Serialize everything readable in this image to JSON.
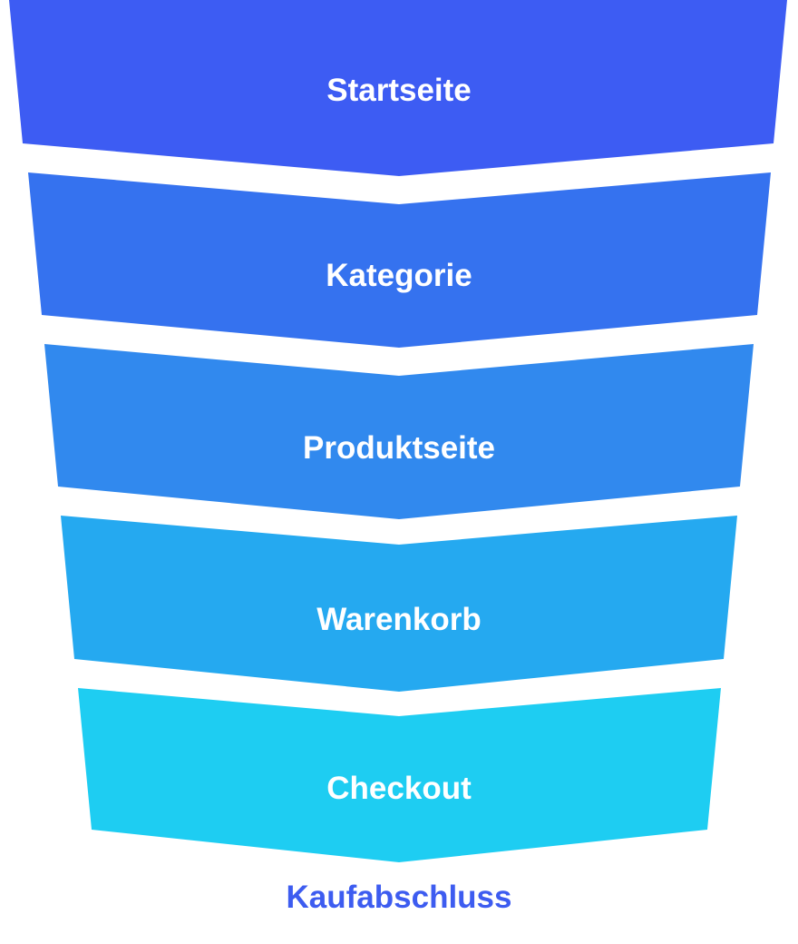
{
  "stages": [
    {
      "label": "Startseite",
      "color": "#3d5cf3"
    },
    {
      "label": "Kategorie",
      "color": "#3572ef"
    },
    {
      "label": "Produktseite",
      "color": "#3189ee"
    },
    {
      "label": "Warenkorb",
      "color": "#25a9f0"
    },
    {
      "label": "Checkout",
      "color": "#1ecdf2"
    }
  ],
  "outcome": {
    "label": "Kaufabschluss",
    "color": "#3d5cf0"
  }
}
